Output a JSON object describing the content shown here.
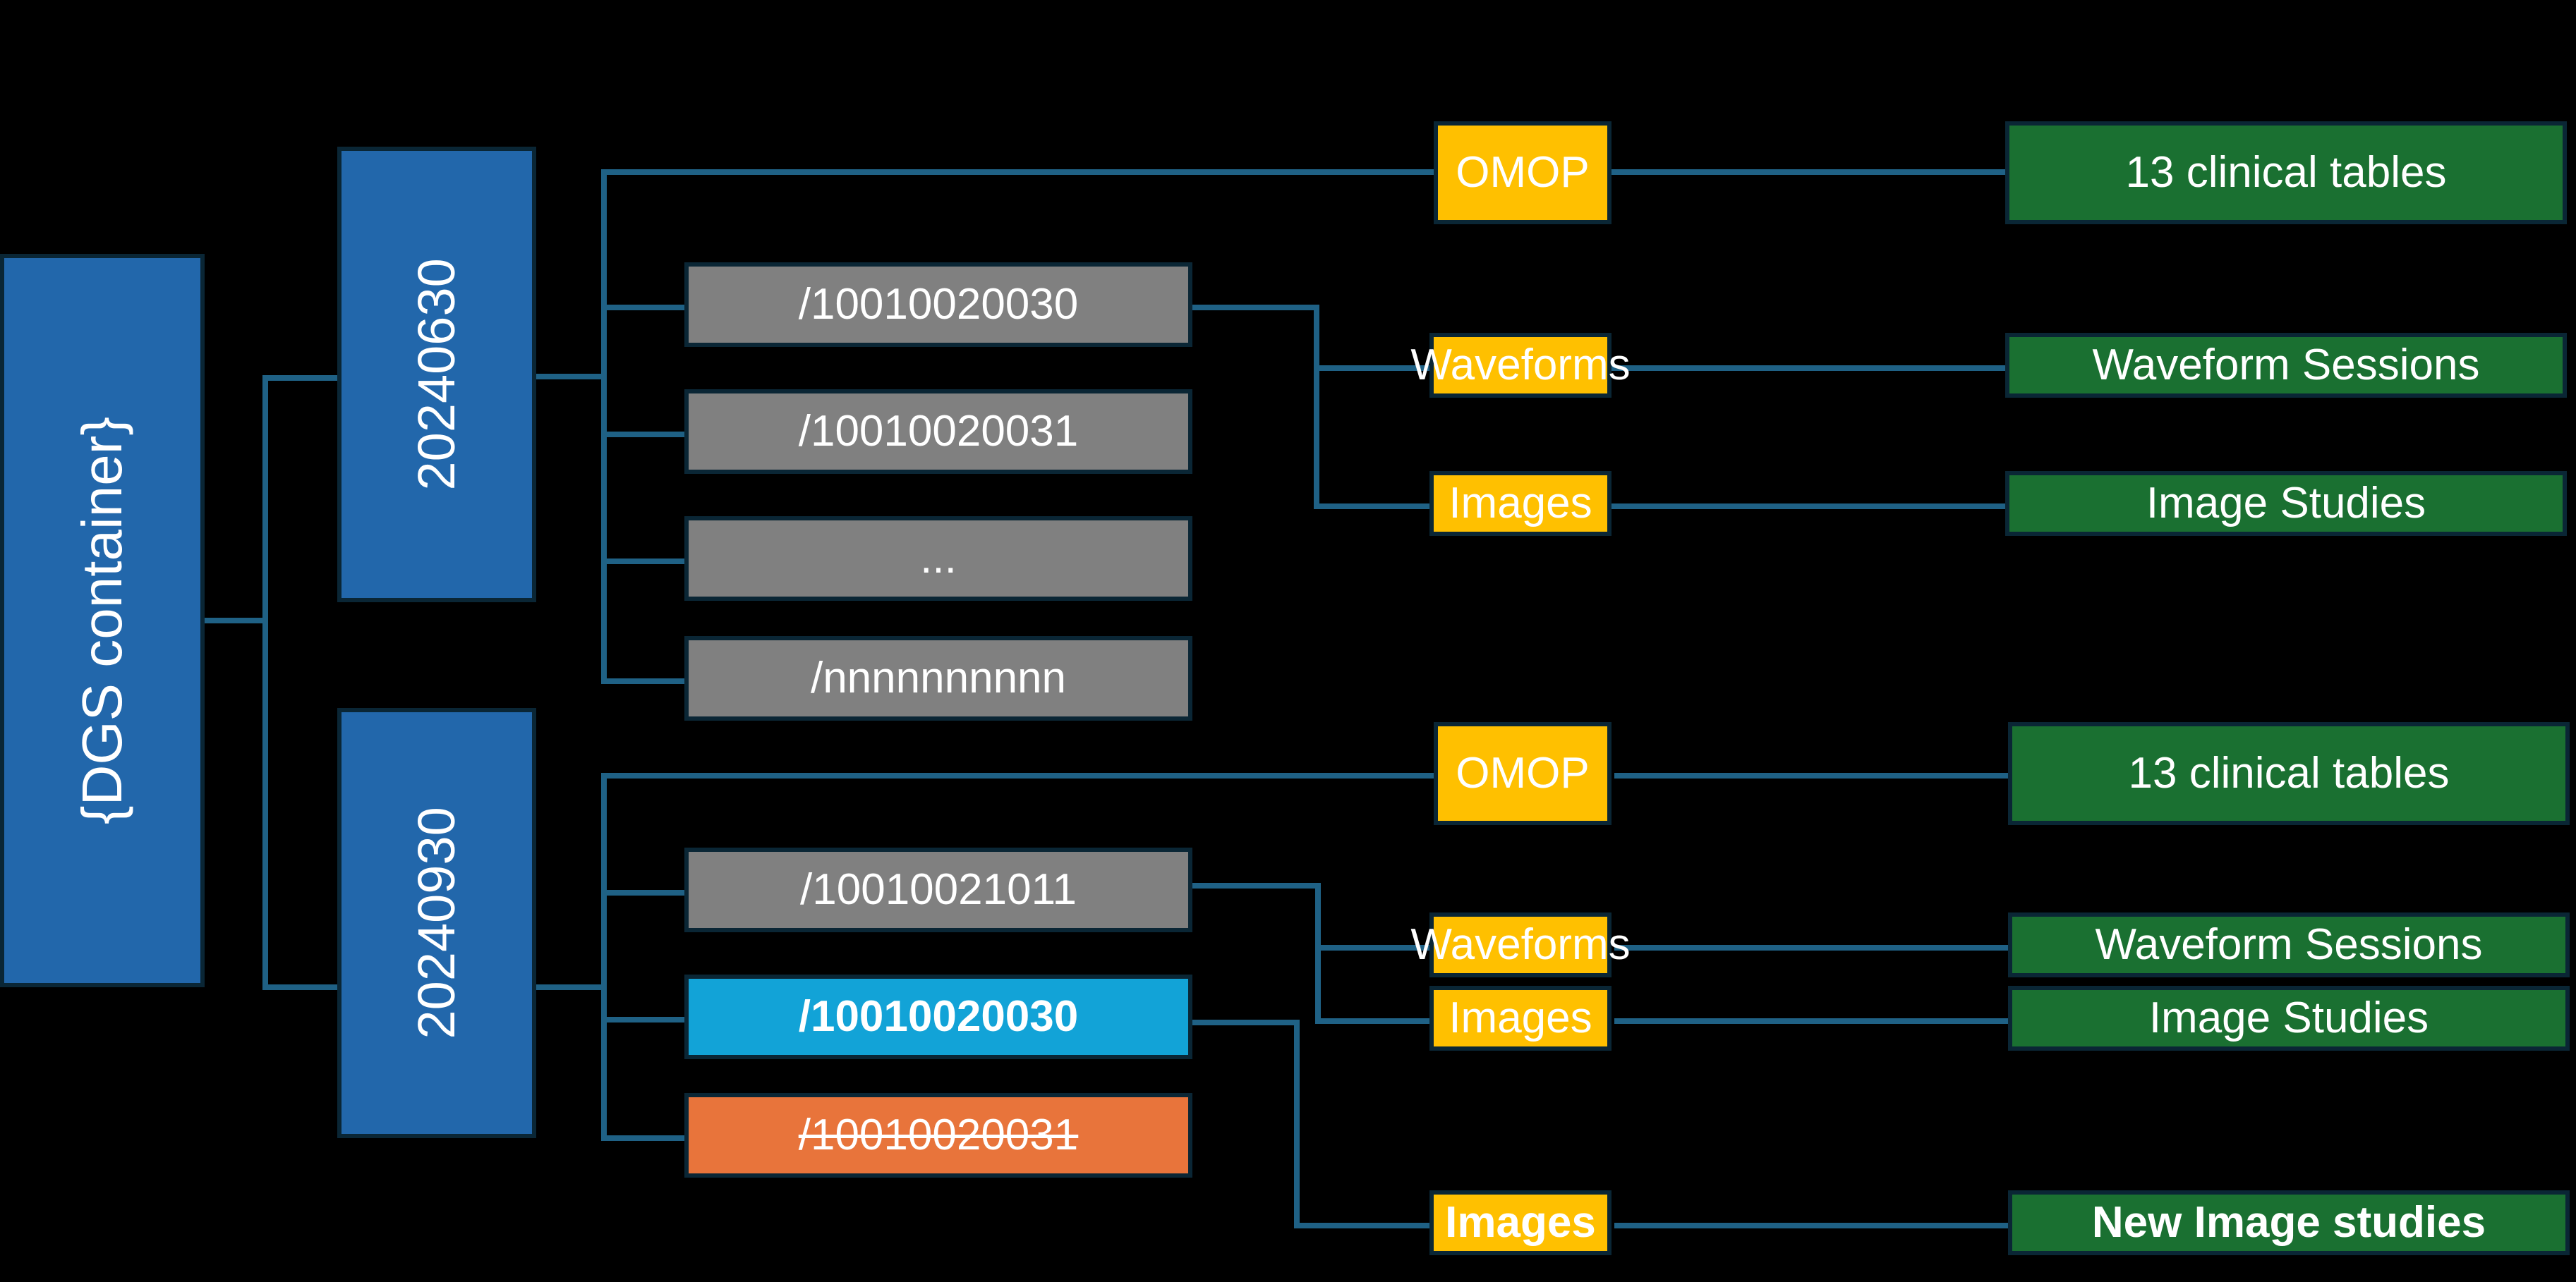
{
  "diagram": {
    "title": "DGS container data release hierarchy",
    "colors": {
      "background": "#000000",
      "container": "#2267ab",
      "release": "#2267ab",
      "patient": "#808080",
      "patient_updated": "#12a3d7",
      "patient_removed": "#e8743b",
      "domain": "#ffc000",
      "artifact": "#1a7031",
      "connector": "#1f6185",
      "border": "#0a2635"
    },
    "container": {
      "label": "{DGS container}"
    },
    "releases": [
      {
        "label": "20240630",
        "patients": [
          {
            "label": "/10010020030",
            "style": "gray"
          },
          {
            "label": "/10010020031",
            "style": "gray"
          },
          {
            "label": "...",
            "style": "gray"
          },
          {
            "label": "/nnnnnnnnnn",
            "style": "gray"
          }
        ],
        "domains": [
          {
            "label": "OMOP",
            "artifact": "13 clinical tables"
          },
          {
            "label": "Waveforms",
            "artifact": "Waveform Sessions"
          },
          {
            "label": "Images",
            "artifact": "Image Studies"
          }
        ]
      },
      {
        "label": "20240930",
        "patients": [
          {
            "label": "/10010021011",
            "style": "gray"
          },
          {
            "label": "/10010020030",
            "style": "cyan"
          },
          {
            "label": "/10010020031",
            "style": "orange"
          }
        ],
        "domains": [
          {
            "label": "OMOP",
            "artifact": "13 clinical tables"
          },
          {
            "label": "Waveforms",
            "artifact": "Waveform Sessions"
          },
          {
            "label": "Images",
            "artifact": "Image Studies"
          },
          {
            "label": "Images",
            "artifact": "New Image studies"
          }
        ]
      }
    ]
  }
}
